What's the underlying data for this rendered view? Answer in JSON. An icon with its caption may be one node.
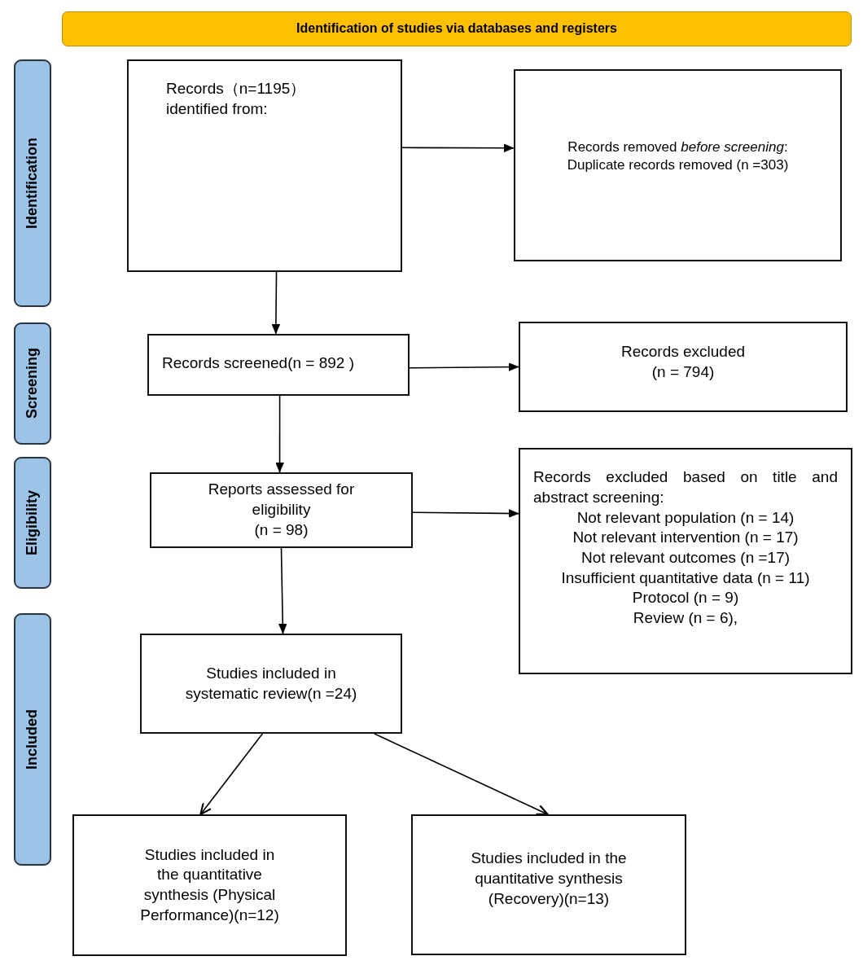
{
  "diagram": {
    "nodes": [
      {
        "text": [
          "Identification of studies via databases and registers"
        ]
      },
      {
        "text": [
          "Identification"
        ]
      },
      {
        "text": [
          "Screening"
        ]
      },
      {
        "text": [
          "Eligibility"
        ]
      },
      {
        "text": [
          "Included"
        ]
      },
      {
        "text": [
          "Records（n=1195） identified from:"
        ]
      },
      {
        "text": [
          "Records removed *before screening*:",
          "Duplicate records removed (n =303)"
        ]
      },
      {
        "text": [
          "Records screened(n = 892 )"
        ]
      },
      {
        "text": [
          "Records excluded",
          "(n = 794)"
        ]
      },
      {
        "text": [
          "Reports assessed for eligibility",
          "(n = 98)"
        ]
      },
      {
        "text": [
          "Records excluded based on title and abstract screening:",
          "Not relevant population (n = 14)",
          "Not relevant intervention (n = 17)",
          "Not relevant outcomes (n =17)",
          "Insufficient quantitative data (n = 11)",
          "Protocol (n = 9)",
          "Review (n = 6),"
        ]
      },
      {
        "text": [
          "Studies included in systematic review(n =24)"
        ]
      },
      {
        "text": [
          "Studies included in the quantitative synthesis (Physical Performance)(n=12)"
        ]
      },
      {
        "text": [
          "Studies included in the quantitative synthesis (Recovery)(n=13)"
        ]
      }
    ],
    "edges": [
      {
        "from": 5,
        "to": 6,
        "arrow": "to"
      },
      {
        "from": 5,
        "to": 7,
        "arrow": "to"
      },
      {
        "from": 7,
        "to": 8,
        "arrow": "to"
      },
      {
        "from": 7,
        "to": 9,
        "arrow": "to"
      },
      {
        "from": 9,
        "to": 10,
        "arrow": "to"
      },
      {
        "from": 9,
        "to": 11,
        "arrow": "to"
      },
      {
        "from": 11,
        "to": 12,
        "arrow": "to"
      },
      {
        "from": 11,
        "to": 13,
        "arrow": "to"
      }
    ]
  }
}
